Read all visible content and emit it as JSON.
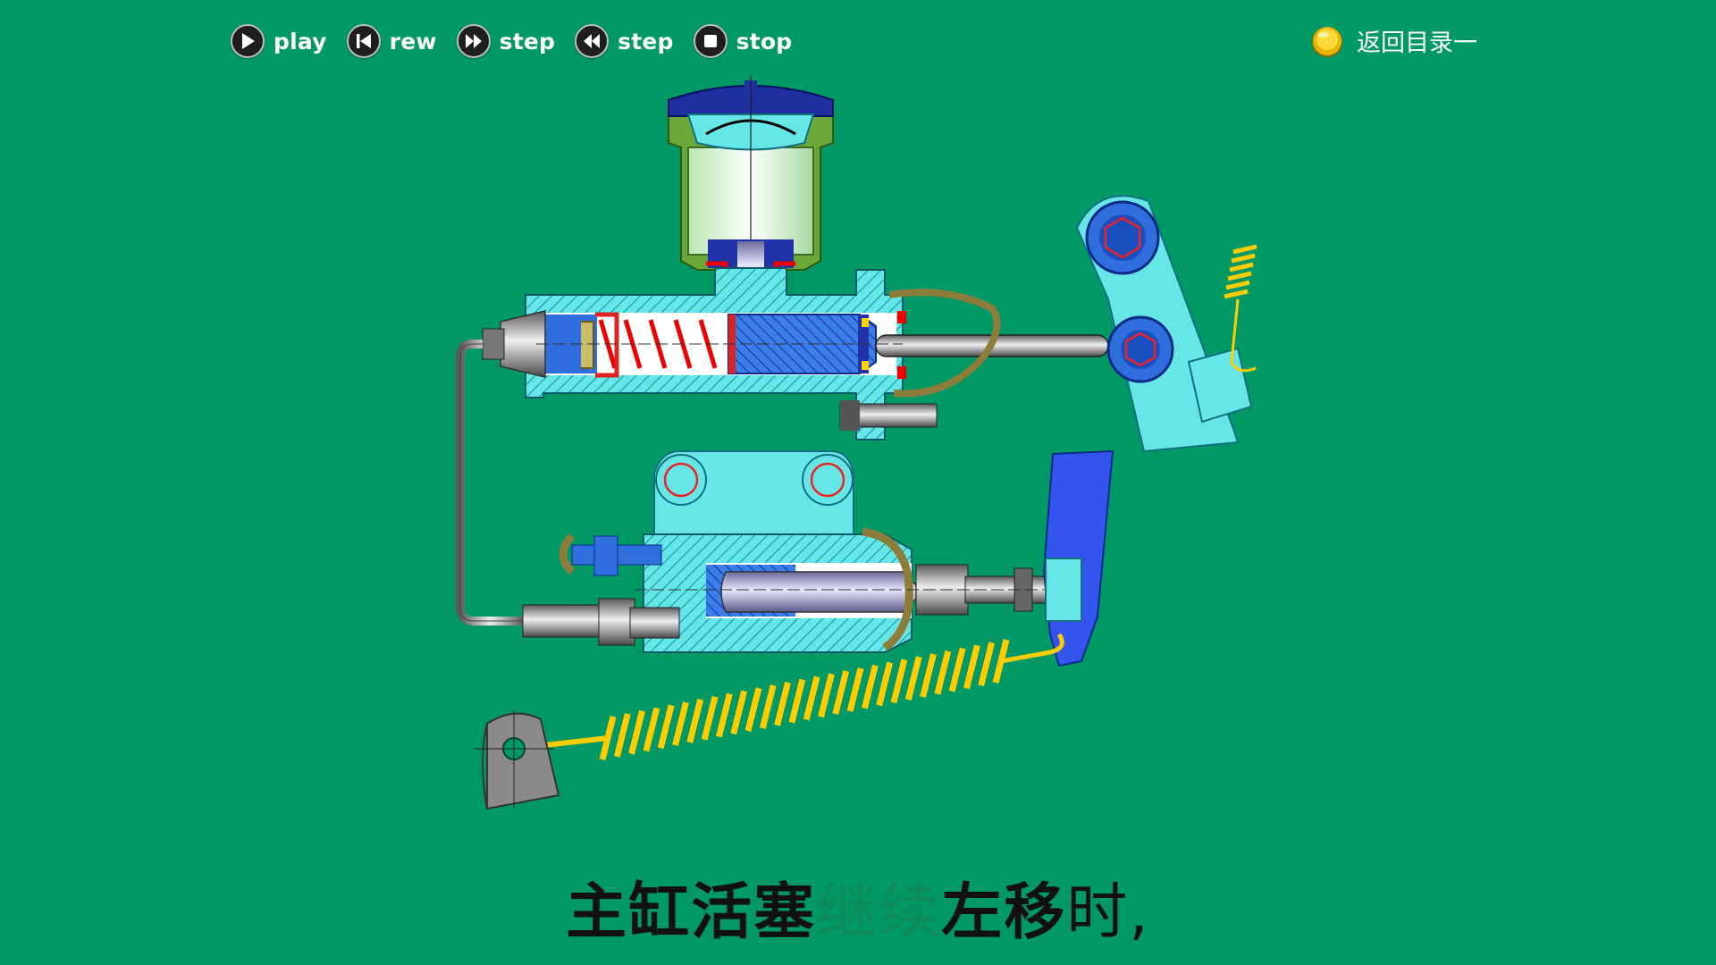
{
  "toolbar": {
    "play": "play",
    "rew": "rew",
    "step_forward": "step",
    "step_back": "step",
    "stop": "stop"
  },
  "nav": {
    "back_label": "返回目录一"
  },
  "caption": {
    "part1": "主缸活塞",
    "part2": "继续",
    "part3": "左移",
    "part4": "时,"
  },
  "colors": {
    "background": "#009966",
    "housing": "#66e6e6",
    "piston": "#3366ff",
    "spring": "#ffcc00",
    "seal": "#ff0000"
  },
  "icons": [
    "play-icon",
    "rewind-icon",
    "step-forward-icon",
    "step-back-icon",
    "stop-icon",
    "gold-button-icon"
  ]
}
